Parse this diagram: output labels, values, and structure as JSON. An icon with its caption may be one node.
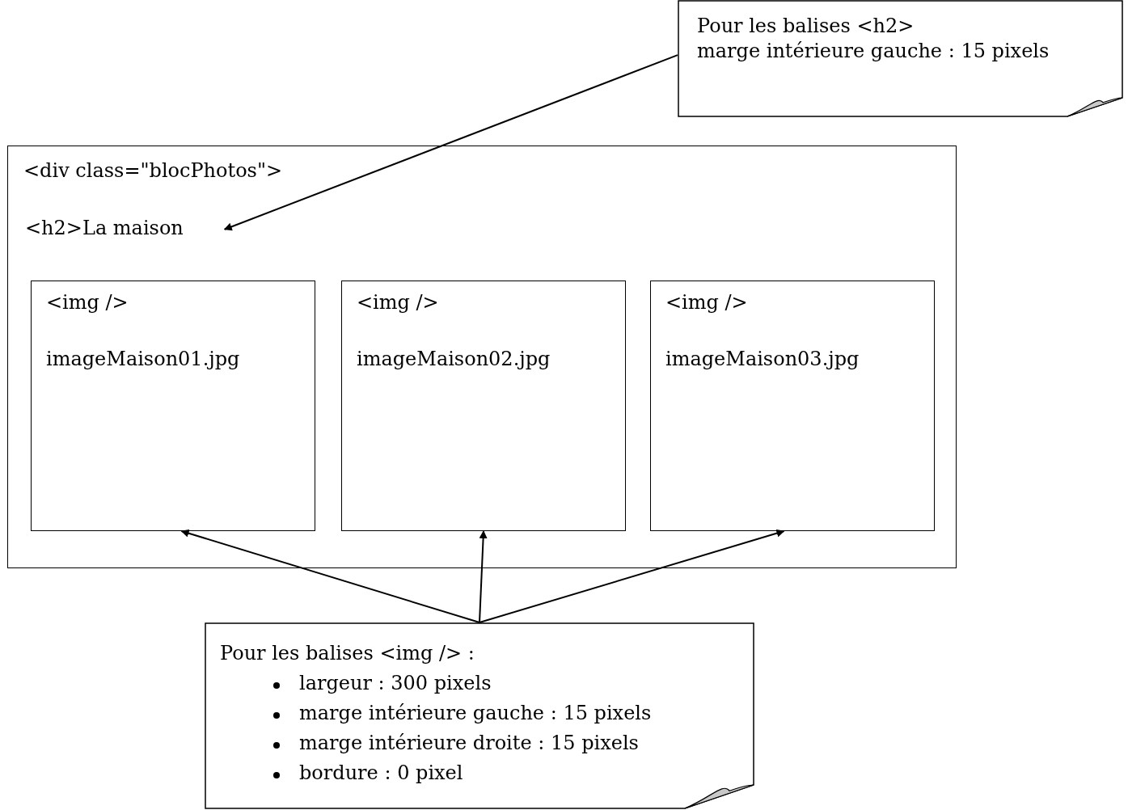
{
  "diagram": {
    "nodes": [
      {
        "text": [
          "Pour les balises <h2>",
          "marge intérieure gauche : 15 pixels"
        ]
      },
      {
        "text": [
          "<div class=\"blocPhotos\">"
        ]
      },
      {
        "text": [
          "<h2>La maison"
        ],
        "in": 1
      },
      {
        "text": [
          "<img />",
          "imageMaison01.jpg"
        ],
        "in": 1
      },
      {
        "text": [
          "<img />",
          "imageMaison02.jpg"
        ],
        "in": 1
      },
      {
        "text": [
          "<img />",
          "imageMaison03.jpg"
        ],
        "in": 1
      },
      {
        "text": [
          "Pour les balises <img /> :",
          "largeur : 300 pixels",
          "marge intérieure gauche : 15 pixels",
          "marge intérieure droite : 15 pixels",
          "bordure : 0 pixel"
        ]
      }
    ],
    "edges": [
      {
        "from": 0,
        "to": 2,
        "arrow": "to"
      },
      {
        "from": 6,
        "to": 3,
        "arrow": "to"
      },
      {
        "from": 6,
        "to": 4,
        "arrow": "to"
      },
      {
        "from": 6,
        "to": 5,
        "arrow": "to"
      }
    ]
  }
}
